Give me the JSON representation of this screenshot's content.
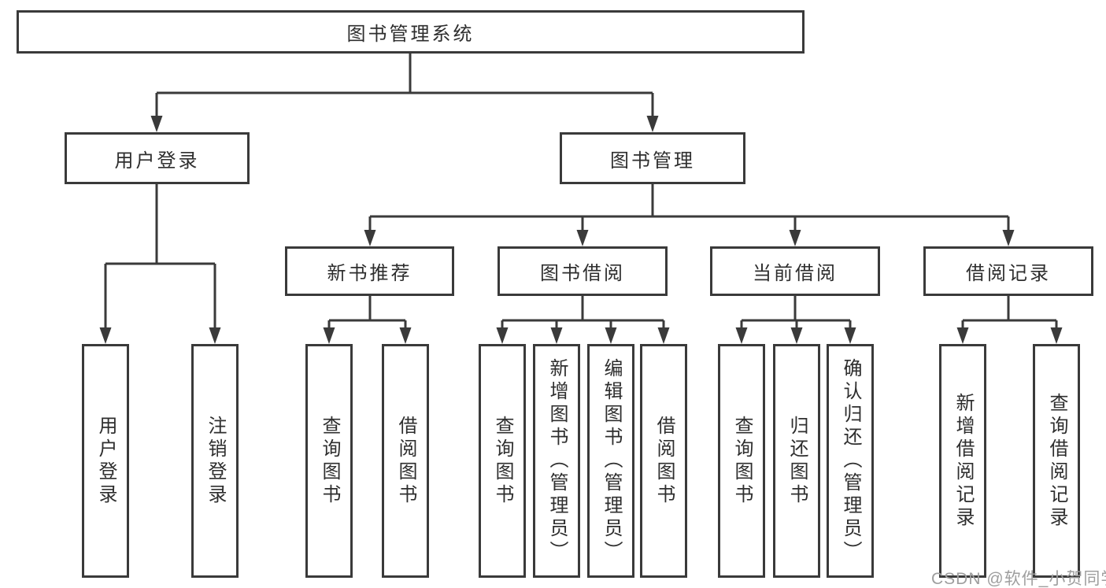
{
  "diagram": {
    "type": "hierarchy-tree",
    "tree": {
      "root": {
        "label": "图书管理系统",
        "children": [
          {
            "label": "用户登录",
            "children": [
              {
                "label": "用户登录"
              },
              {
                "label": "注销登录"
              }
            ]
          },
          {
            "label": "图书管理",
            "children": [
              {
                "label": "新书推荐",
                "children": [
                  {
                    "label": "查询图书"
                  },
                  {
                    "label": "借阅图书"
                  }
                ]
              },
              {
                "label": "图书借阅",
                "children": [
                  {
                    "label": "查询图书"
                  },
                  {
                    "label": "新增图书（管理员）"
                  },
                  {
                    "label": "编辑图书（管理员）"
                  },
                  {
                    "label": "借阅图书"
                  }
                ]
              },
              {
                "label": "当前借阅",
                "children": [
                  {
                    "label": "查询图书"
                  },
                  {
                    "label": "归还图书"
                  },
                  {
                    "label": "确认归还（管理员）"
                  }
                ]
              },
              {
                "label": "借阅记录",
                "children": [
                  {
                    "label": "新增借阅记录"
                  },
                  {
                    "label": "查询借阅记录"
                  }
                ]
              }
            ]
          }
        ]
      }
    },
    "colors": {
      "line": "#3a3a3a",
      "text": "#2e2e2e",
      "background": "#ffffff",
      "watermark": "#9e9e9e"
    }
  },
  "watermark": {
    "text": "CSDN @软件_小贺同学"
  }
}
